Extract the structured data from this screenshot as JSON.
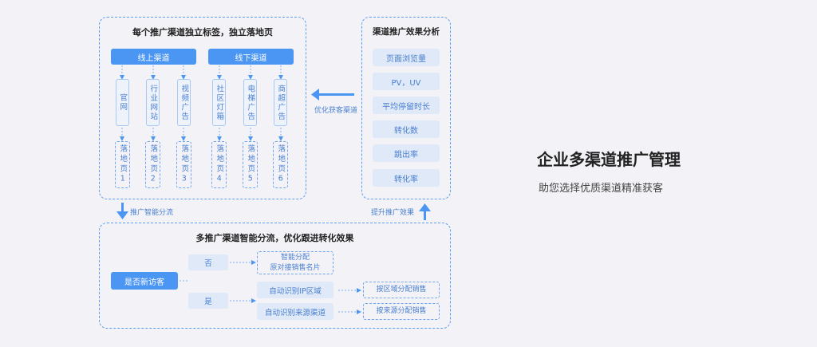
{
  "top_box": {
    "title": "每个推广渠道独立标签，独立落地页",
    "online_label": "线上渠道",
    "offline_label": "线下渠道",
    "channels": [
      "官网",
      "行业网站",
      "视频广告",
      "社区灯箱",
      "电梯广告",
      "商超广告"
    ],
    "landing_pages": [
      "落地页1",
      "落地页2",
      "落地页3",
      "落地页4",
      "落地页5",
      "落地页6"
    ]
  },
  "analysis_box": {
    "title": "渠道推广效果分析",
    "metrics": [
      "页面浏览量",
      "PV，UV",
      "平均停留时长",
      "转化数",
      "跳出率",
      "转化率"
    ]
  },
  "connectors": {
    "optimize": "优化获客渠道",
    "smart_split": "推广智能分流",
    "improve": "提升推广效果"
  },
  "bottom_box": {
    "title": "多推广渠道智能分流，优化跟进转化效果",
    "new_visitor": "是否新访客",
    "no": "否",
    "yes": "是",
    "smart_assign_1": "智能分配",
    "smart_assign_2": "原对接销售名片",
    "auto_ip": "自动识别IP区域",
    "auto_source": "自动识别来源渠道",
    "by_region": "按区域分配销售",
    "by_source": "按来源分配销售"
  },
  "side": {
    "heading": "企业多渠道推广管理",
    "subheading": "助您选择优质渠道精准获客"
  }
}
